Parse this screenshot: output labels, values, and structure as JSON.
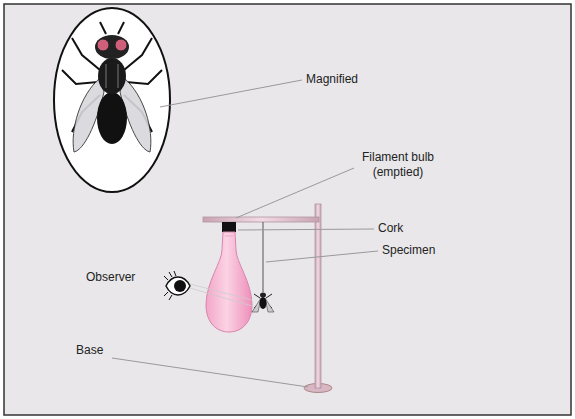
{
  "diagram": {
    "labels": [
      "Magnified",
      "Filament bulb (emptied)",
      "Cork",
      "Specimen",
      "Observer",
      "Base"
    ]
  }
}
